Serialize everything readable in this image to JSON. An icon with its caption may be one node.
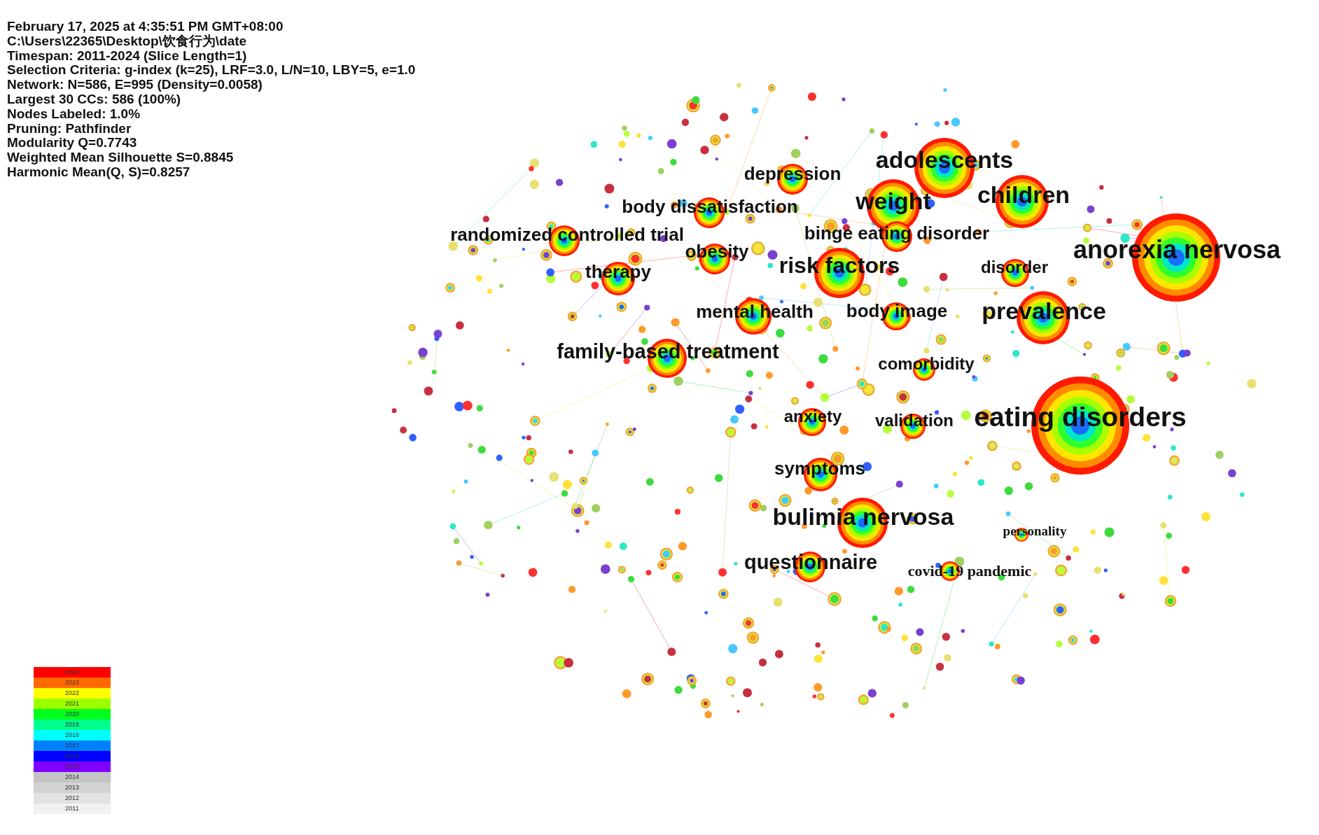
{
  "diagram": {
    "labels": [
      "February 17, 2025 at 4:35:51 PM GMT+08:00",
      "C:\\Users\\22365\\Desktop\\饮食行为\\date",
      "Timespan: 2011-2024 (Slice Length=1)",
      "Selection Criteria: g-index (k=25), LRF=3.0, L/N=10, LBY=5, e=1.0",
      "Network: N=586, E=995 (Density=0.0058)",
      "Largest 30 CCs: 586 (100%)",
      "Nodes Labeled: 1.0%",
      "Pruning: Pathfinder",
      "Modularity Q=0.7743",
      "Weighted Mean Silhouette S=0.8845",
      "Harmonic Mean(Q, S)=0.8257",
      "adolescents",
      "depression",
      "children",
      "weight",
      "body dissatisfaction",
      "binge eating disorder",
      "randomized controlled trial",
      "anorexia nervosa",
      "obesity",
      "risk factors",
      "disorder",
      "therapy",
      "mental health",
      "body image",
      "prevalence",
      "family-based treatment",
      "comorbidity",
      "anxiety",
      "validation",
      "eating disorders",
      "symptoms",
      "bulimia nervosa",
      "personality",
      "questionnaire",
      "covid-19 pandemic"
    ],
    "legend": [
      {
        "text": "2024",
        "color": "#ff0000"
      },
      {
        "text": "2023",
        "color": "#ff6a00"
      },
      {
        "text": "2022",
        "color": "#ffff00"
      },
      {
        "text": "2021",
        "color": "#9dff00"
      },
      {
        "text": "2020",
        "color": "#00ff1e"
      },
      {
        "text": "2019",
        "color": "#00ff8c"
      },
      {
        "text": "2018",
        "color": "#00ffff"
      },
      {
        "text": "2017",
        "color": "#0080ff"
      },
      {
        "text": "2016",
        "color": "#0000ff"
      },
      {
        "text": "2015",
        "color": "#8000ff"
      },
      {
        "text": "2014",
        "color": "#c4c4c4"
      },
      {
        "text": "2013",
        "color": "#d2d2d2"
      },
      {
        "text": "2012",
        "color": "#e2e2e2"
      },
      {
        "text": "2011",
        "color": "#f1f1f1"
      }
    ]
  }
}
